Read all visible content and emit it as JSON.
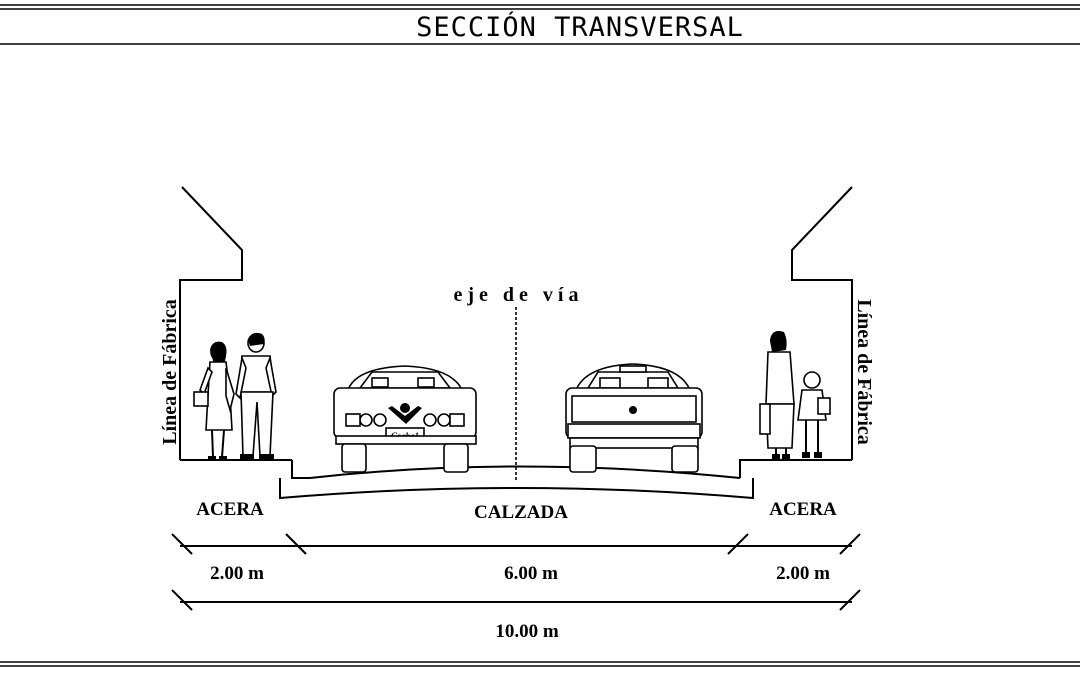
{
  "title": "SECCIÓN TRANSVERSAL",
  "labels": {
    "axis": "e j e   d e   v í a",
    "facade_left": "Línea de Fábrica",
    "facade_right": "Línea de Fábrica",
    "sidewalk_left": "ACERA",
    "roadway": "CALZADA",
    "sidewalk_right": "ACERA"
  },
  "dimensions": {
    "sidewalk_left": "2.00 m",
    "roadway": "6.00 m",
    "sidewalk_right": "2.00 m",
    "total": "10.00 m"
  },
  "plate_label": "Coche1"
}
